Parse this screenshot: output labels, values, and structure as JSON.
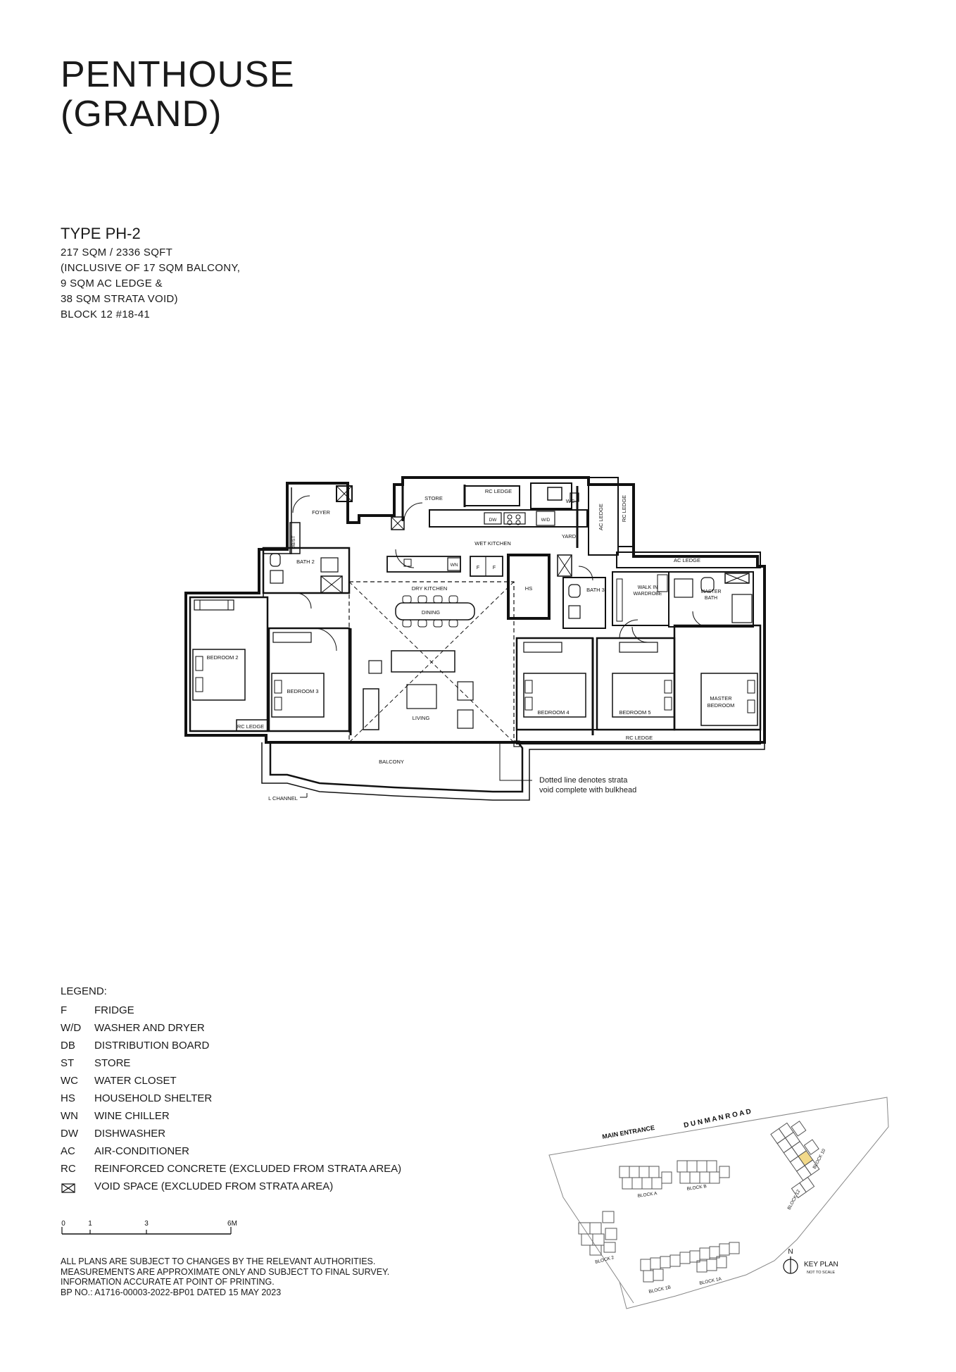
{
  "header": {
    "title_line1": "PENTHOUSE",
    "title_line2": "(GRAND)"
  },
  "unit": {
    "type_name": "TYPE PH-2",
    "area": "217 SQM / 2336 SQFT",
    "inclusive_line1": "(INCLUSIVE OF 17 SQM BALCONY,",
    "inclusive_line2": "9 SQM AC LEDGE &",
    "inclusive_line3": "38 SQM STRATA VOID)",
    "block": "BLOCK 12    #18-41"
  },
  "floor_plan": {
    "rooms": {
      "foyer": "FOYER",
      "db_st": "DB/ST",
      "store": "STORE",
      "rc_ledge_top": "RC LEDGE",
      "wc": "WC",
      "dw": "DW",
      "wd": "W/D",
      "yard": "YARD",
      "ac_ledge_vertical": "AC LEDGE",
      "rc_ledge_vertical": "RC LEDGE",
      "wet_kitchen": "WET KITCHEN",
      "bath2": "BATH 2",
      "wn": "WN",
      "fridge1": "F",
      "fridge2": "F",
      "hs": "HS",
      "bath3": "BATH 3",
      "walk_in_wardrobe_1": "WALK IN",
      "walk_in_wardrobe_2": "WARDROBE",
      "master_bath_1": "MASTER",
      "master_bath_2": "BATH",
      "ac_ledge": "AC LEDGE",
      "dry_kitchen": "DRY KITCHEN",
      "dining": "DINING",
      "bedroom2": "BEDROOM 2",
      "bedroom3": "BEDROOM 3",
      "living": "LIVING",
      "bedroom4": "BEDROOM 4",
      "bedroom5": "BEDROOM 5",
      "master_bedroom_1": "MASTER",
      "master_bedroom_2": "BEDROOM",
      "rc_ledge_left": "RC LEDGE",
      "rc_ledge_bottom": "RC LEDGE",
      "balcony": "BALCONY",
      "l_channel": "L CHANNEL"
    },
    "strata_note_line1": "Dotted line denotes strata",
    "strata_note_line2": "void complete with bulkhead"
  },
  "legend": {
    "title": "LEGEND:",
    "items": [
      {
        "abbr": "F",
        "desc": "FRIDGE"
      },
      {
        "abbr": "W/D",
        "desc": "WASHER AND DRYER"
      },
      {
        "abbr": "DB",
        "desc": "DISTRIBUTION BOARD"
      },
      {
        "abbr": "ST",
        "desc": "STORE"
      },
      {
        "abbr": "WC",
        "desc": "WATER CLOSET"
      },
      {
        "abbr": "HS",
        "desc": "HOUSEHOLD SHELTER"
      },
      {
        "abbr": "WN",
        "desc": "WINE CHILLER"
      },
      {
        "abbr": "DW",
        "desc": "DISHWASHER"
      },
      {
        "abbr": "AC",
        "desc": "AIR-CONDITIONER"
      },
      {
        "abbr": "RC",
        "desc": "REINFORCED CONCRETE (EXCLUDED FROM STRATA AREA)"
      }
    ],
    "void_desc": "VOID SPACE (EXCLUDED FROM STRATA AREA)"
  },
  "scale_bar": {
    "t0": "0",
    "t1": "1",
    "t3": "3",
    "t6": "6M"
  },
  "notes": {
    "line1": "ALL PLANS ARE SUBJECT TO CHANGES BY THE RELEVANT AUTHORITIES.",
    "line2": "MEASUREMENTS ARE APPROXIMATE ONLY AND SUBJECT TO FINAL SURVEY.",
    "line3": "INFORMATION ACCURATE AT POINT OF PRINTING.",
    "line4": "BP NO.: A1716-00003-2022-BP01 DATED 15 MAY 2023"
  },
  "key_plan": {
    "main_entrance": "MAIN ENTRANCE",
    "road": "D U N M A N   R O A D",
    "block_a": "BLOCK A",
    "block_b": "BLOCK B",
    "block_2": "BLOCK 2",
    "block_1b": "BLOCK 1B",
    "block_1a": "BLOCK 1A",
    "block_10": "BLOCK 10",
    "block_12": "BLOCK 12",
    "north": "N",
    "title": "KEY PLAN",
    "subtitle": "NOT TO SCALE",
    "highlight_color": "#f2d98a"
  }
}
